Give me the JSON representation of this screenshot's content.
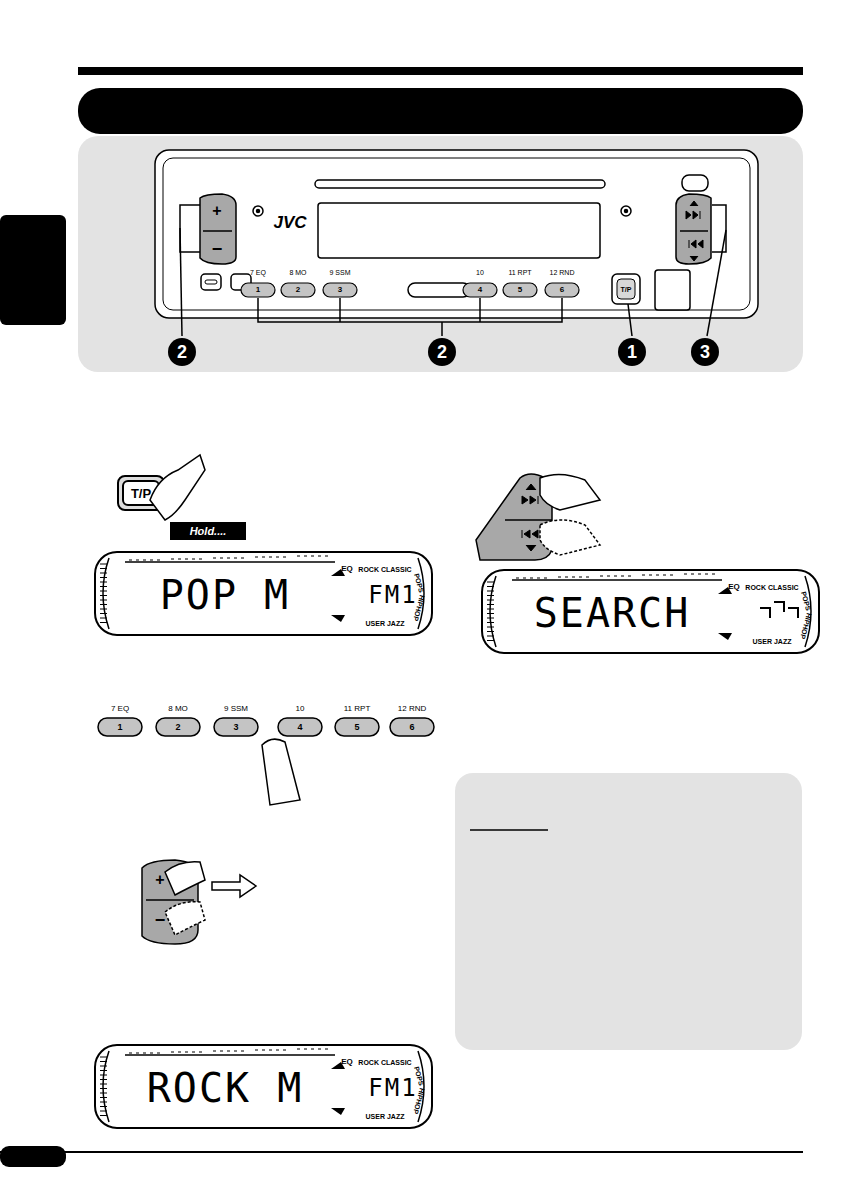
{
  "diagram": {
    "labels": [
      "JVC",
      "+",
      "−",
      "7 EQ",
      "8 MO",
      "9 SSM",
      "10",
      "11 RPT",
      "12 RND",
      "1",
      "2",
      "3",
      "4",
      "5",
      "6",
      "T/P",
      "2",
      "2",
      "1",
      "3",
      "T/P",
      "Hold....",
      "POP M",
      "FM1",
      "EQ",
      "ROCK CLASSIC",
      "POPS",
      "HIPHOP",
      "USER JAZZ",
      "7 EQ",
      "8 MO",
      "9 SSM",
      "10",
      "11 RPT",
      "12 RND",
      "1",
      "2",
      "3",
      "4",
      "5",
      "6",
      "SEARCH",
      "EQ",
      "ROCK CLASSIC",
      "POPS",
      "HIPHOP",
      "USER JAZZ",
      "+",
      "−",
      "ROCK M",
      "FM1",
      "EQ",
      "ROCK CLASSIC",
      "POPS",
      "HIPHOP",
      "USER JAZZ"
    ]
  }
}
